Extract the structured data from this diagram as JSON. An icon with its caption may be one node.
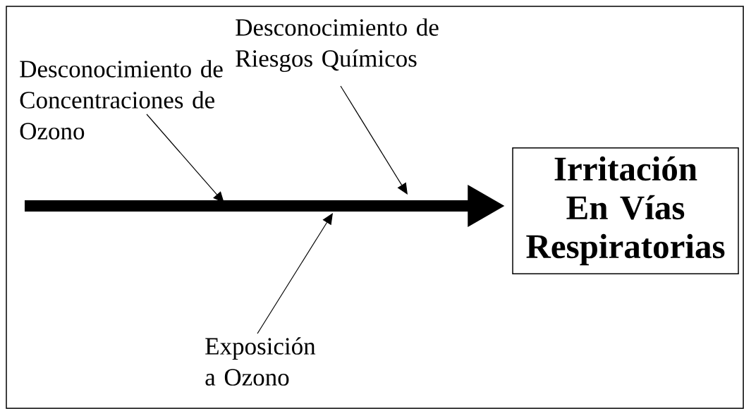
{
  "diagram": {
    "nodes": [
      {
        "text": [
          "Desconocimiento de Concentraciones de Ozono"
        ]
      },
      {
        "text": [
          "Desconocimiento de Riesgos Químicos"
        ]
      },
      {
        "text": [
          "Exposición a Ozono"
        ]
      },
      {
        "text": [
          "Irritación En Vías Respiratorias"
        ]
      }
    ],
    "edges": [
      {
        "from": null,
        "to": 3,
        "arrow": "to",
        "style": "thick"
      },
      {
        "from": 0,
        "to": null,
        "arrow": "to"
      },
      {
        "from": 1,
        "to": null,
        "arrow": "to"
      },
      {
        "from": 2,
        "to": null,
        "arrow": "to"
      }
    ]
  }
}
